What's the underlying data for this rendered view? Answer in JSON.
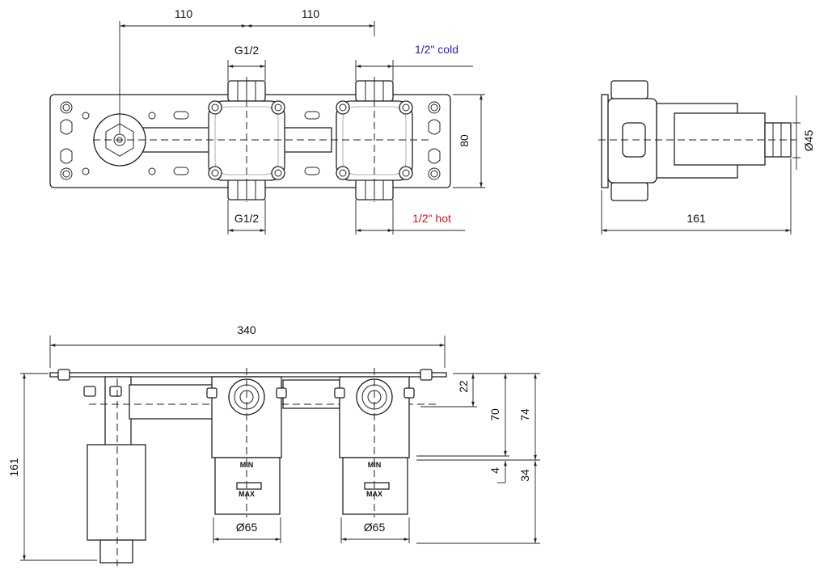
{
  "top_view": {
    "dim_spacing_left": "110",
    "dim_spacing_right": "110",
    "thread_top": "G1/2",
    "thread_bottom": "G1/2",
    "cold_label": "1/2\" cold",
    "hot_label": "1/2\" hot",
    "height": "80"
  },
  "side_view": {
    "depth": "161",
    "diameter": "Ø45"
  },
  "front_view": {
    "width": "340",
    "total_depth": "161",
    "dim_22": "22",
    "dim_70": "70",
    "dim_74": "74",
    "dim_4": "4",
    "dim_34": "34",
    "diameter_left": "Ø65",
    "diameter_right": "Ø65",
    "min_label": "MIN",
    "max_label": "MAX"
  },
  "colors": {
    "cold": "#2020c0",
    "hot": "#e01010"
  }
}
